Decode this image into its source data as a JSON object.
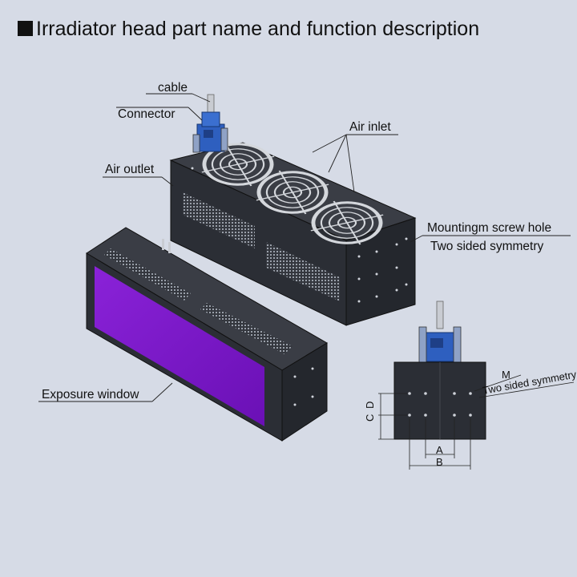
{
  "title": "Irradiator head part name and function description",
  "labels": {
    "cable": "cable",
    "connector": "Connector",
    "air_outlet": "Air outlet",
    "air_inlet": "Air inlet",
    "mounting_screw_hole": "Mountingm screw hole",
    "two_sided_symmetry": "Two sided symmetry",
    "exposure_window": "Exposure window"
  },
  "dimensions": {
    "m": "M",
    "two_sided_symmetry": "Two sided symmetry",
    "a": "A",
    "b": "B",
    "c": "C",
    "d": "D"
  },
  "colors": {
    "background": "#d6dbe6",
    "housing": "#2b2e35",
    "exposure_window": "#7a16c8",
    "connector": "#2e5fbf"
  }
}
